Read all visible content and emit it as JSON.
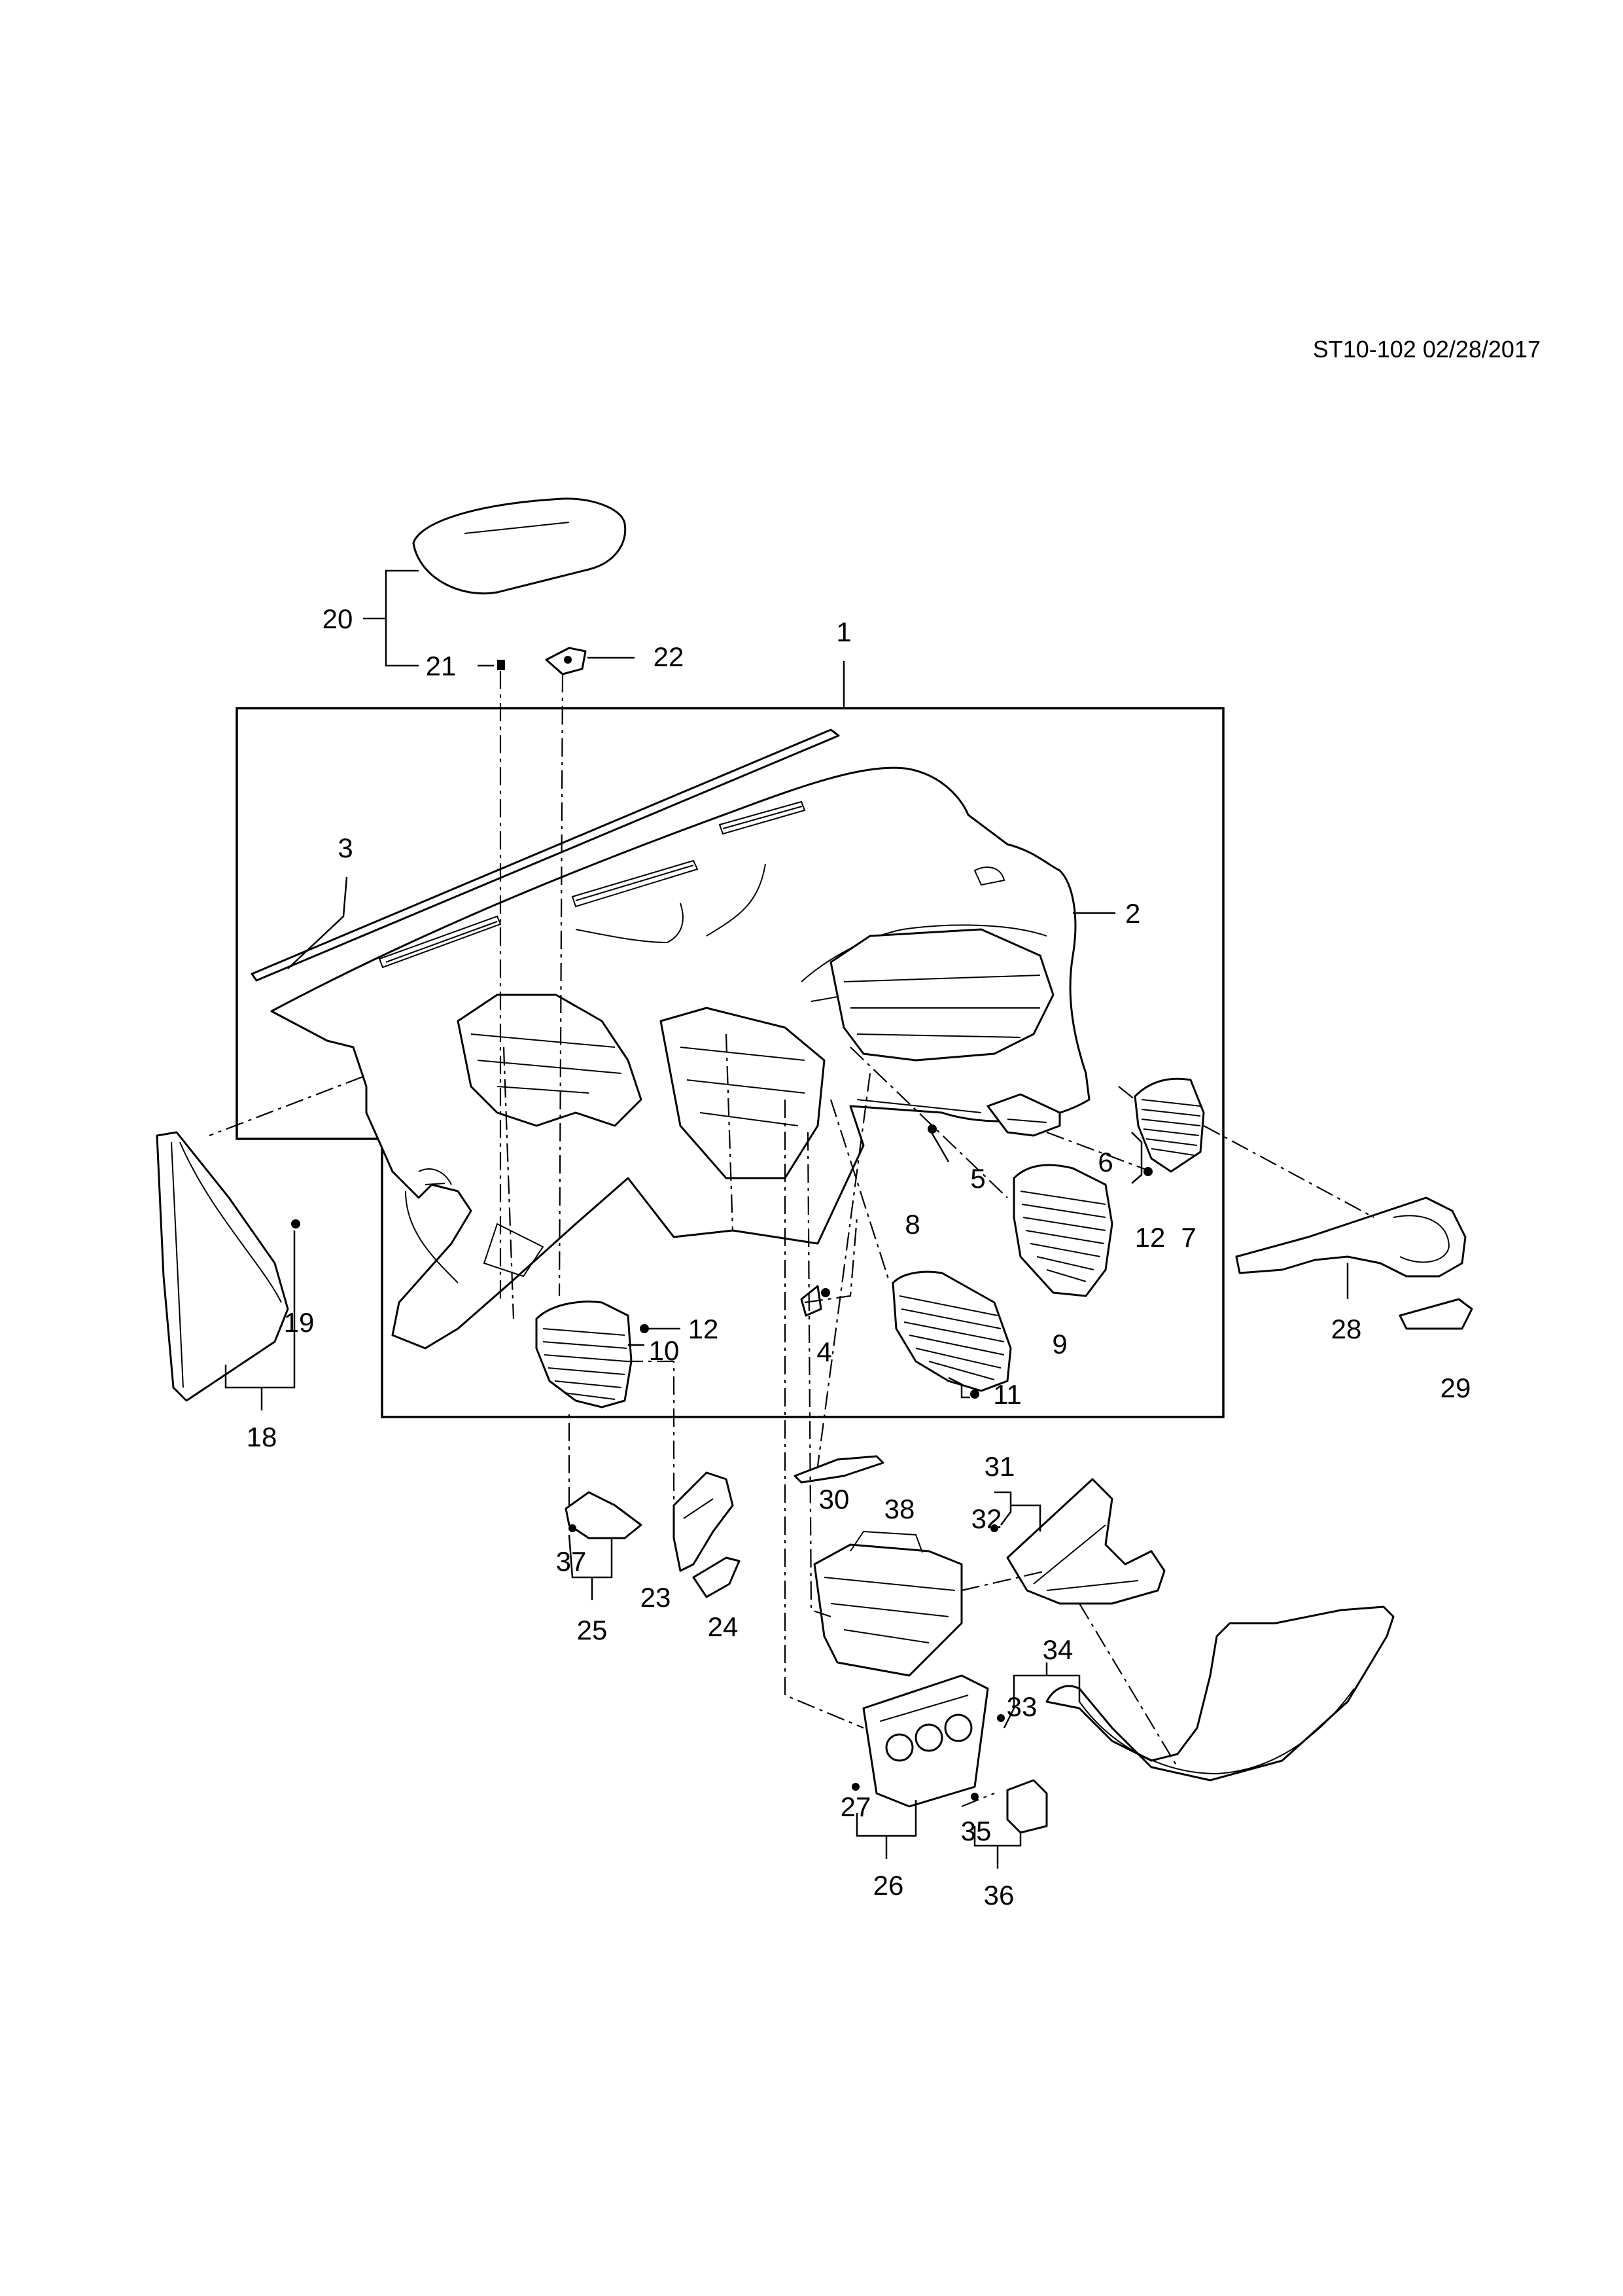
{
  "reference": "ST10-102 02/28/2017",
  "callouts": {
    "c1": "1",
    "c2": "2",
    "c3": "3",
    "c4": "4",
    "c5": "5",
    "c6": "6",
    "c7": "7",
    "c8": "8",
    "c9": "9",
    "c10": "10",
    "c11": "11",
    "c12a": "12",
    "c12b": "12",
    "c18": "18",
    "c19": "19",
    "c20": "20",
    "c21": "21",
    "c22": "22",
    "c23": "23",
    "c24": "24",
    "c25": "25",
    "c26": "26",
    "c27": "27",
    "c28": "28",
    "c29": "29",
    "c30": "30",
    "c31": "31",
    "c32": "32",
    "c33": "33",
    "c34": "34",
    "c35": "35",
    "c36": "36",
    "c37": "37",
    "c38": "38"
  }
}
